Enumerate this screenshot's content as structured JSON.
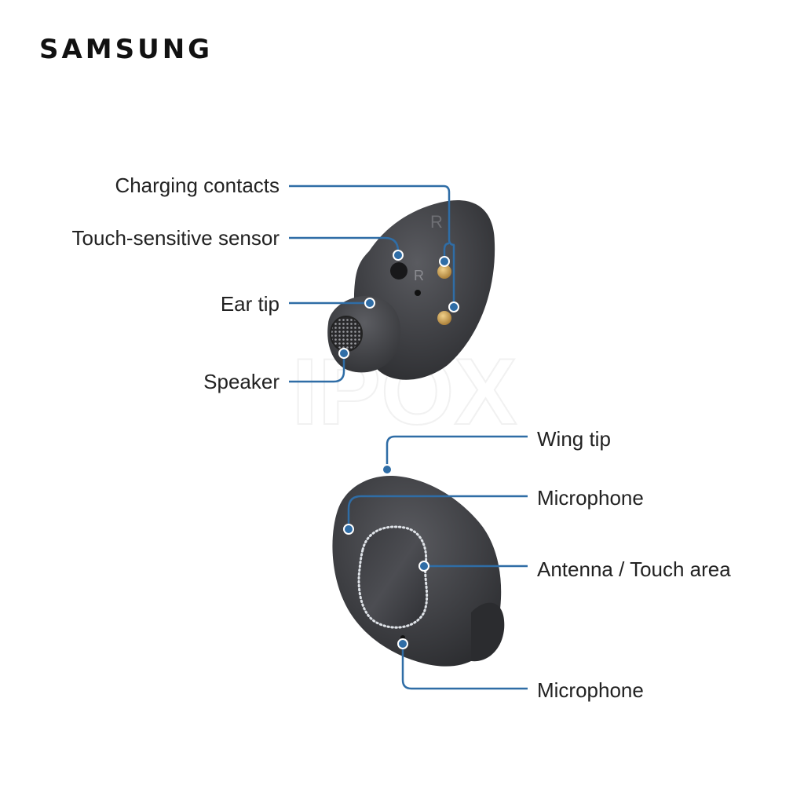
{
  "brand": {
    "logo_text": "SAMSUNG"
  },
  "watermark": {
    "text": "IPOX"
  },
  "earbud_marking": "R",
  "callouts": {
    "charging_contacts": "Charging contacts",
    "touch_sensor": "Touch-sensitive sensor",
    "ear_tip": "Ear tip",
    "speaker": "Speaker",
    "wing_tip": "Wing tip",
    "microphone_top": "Microphone",
    "antenna_touch": "Antenna / Touch area",
    "microphone_bottom": "Microphone"
  },
  "colors": {
    "leader_line": "#2f6da6",
    "earbud_body": "#3d3e42",
    "charging_contact": "#c9a05a",
    "touch_area_ring": "#dfe3e8"
  }
}
